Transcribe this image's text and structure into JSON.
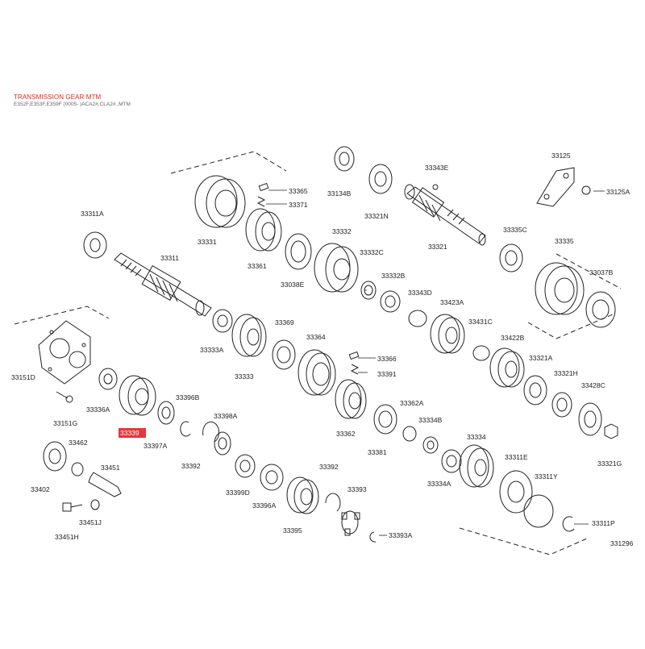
{
  "header": {
    "title": "TRANSMISSION GEAR MTM",
    "subtitle": "E352F,E353F,E359F (0005- )ACA2#,CLA2#..MTM"
  },
  "colors": {
    "line": "#222222",
    "highlight": "#e8343b",
    "title": "#e0261b"
  },
  "figure_code": "331296",
  "highlighted_part": "33339",
  "parts": [
    {
      "id": "p1",
      "label": "33365"
    },
    {
      "id": "p2",
      "label": "33371"
    },
    {
      "id": "p3",
      "label": "33134B"
    },
    {
      "id": "p4",
      "label": "33321N"
    },
    {
      "id": "p5",
      "label": "33343E"
    },
    {
      "id": "p6",
      "label": "33125"
    },
    {
      "id": "p7",
      "label": "33125A"
    },
    {
      "id": "p8",
      "label": "33311A"
    },
    {
      "id": "p9",
      "label": "33331"
    },
    {
      "id": "p10",
      "label": "33361"
    },
    {
      "id": "p11",
      "label": "33332"
    },
    {
      "id": "p12",
      "label": "33321"
    },
    {
      "id": "p13",
      "label": "33335C"
    },
    {
      "id": "p14",
      "label": "33335"
    },
    {
      "id": "p15",
      "label": "33311"
    },
    {
      "id": "p16",
      "label": "33038E"
    },
    {
      "id": "p17",
      "label": "33332C"
    },
    {
      "id": "p18",
      "label": "33332B"
    },
    {
      "id": "p19",
      "label": "33037B"
    },
    {
      "id": "p20",
      "label": "33343D"
    },
    {
      "id": "p21",
      "label": "33423A"
    },
    {
      "id": "p22",
      "label": "33369"
    },
    {
      "id": "p23",
      "label": "33333A"
    },
    {
      "id": "p24",
      "label": "33364"
    },
    {
      "id": "p25",
      "label": "33431C"
    },
    {
      "id": "p26",
      "label": "33422B"
    },
    {
      "id": "p27",
      "label": "33366"
    },
    {
      "id": "p28",
      "label": "33391"
    },
    {
      "id": "p29",
      "label": "33333"
    },
    {
      "id": "p30",
      "label": "33321A"
    },
    {
      "id": "p31",
      "label": "33321H"
    },
    {
      "id": "p32",
      "label": "33151D"
    },
    {
      "id": "p33",
      "label": "33428C"
    },
    {
      "id": "p34",
      "label": "33396B"
    },
    {
      "id": "p35",
      "label": "33336A"
    },
    {
      "id": "p36",
      "label": "33362A"
    },
    {
      "id": "p37",
      "label": "33398A"
    },
    {
      "id": "p38",
      "label": "33151G"
    },
    {
      "id": "p39",
      "label": "33334B"
    },
    {
      "id": "p40",
      "label": "33362"
    },
    {
      "id": "p41",
      "label": "33339"
    },
    {
      "id": "p42",
      "label": "33334"
    },
    {
      "id": "p43",
      "label": "33321G"
    },
    {
      "id": "p44",
      "label": "33462"
    },
    {
      "id": "p45",
      "label": "33397A"
    },
    {
      "id": "p46",
      "label": "33381"
    },
    {
      "id": "p47",
      "label": "33392"
    },
    {
      "id": "p48",
      "label": "33311E"
    },
    {
      "id": "p49",
      "label": "33451"
    },
    {
      "id": "p50",
      "label": "33402"
    },
    {
      "id": "p51",
      "label": "33334A"
    },
    {
      "id": "p52",
      "label": "33392"
    },
    {
      "id": "p53",
      "label": "33311Y"
    },
    {
      "id": "p54",
      "label": "33399D"
    },
    {
      "id": "p55",
      "label": "33393"
    },
    {
      "id": "p56",
      "label": "33396A"
    },
    {
      "id": "p57",
      "label": "33451J"
    },
    {
      "id": "p58",
      "label": "33311P"
    },
    {
      "id": "p59",
      "label": "33395"
    },
    {
      "id": "p60",
      "label": "33451H"
    },
    {
      "id": "p61",
      "label": "33393A"
    }
  ]
}
